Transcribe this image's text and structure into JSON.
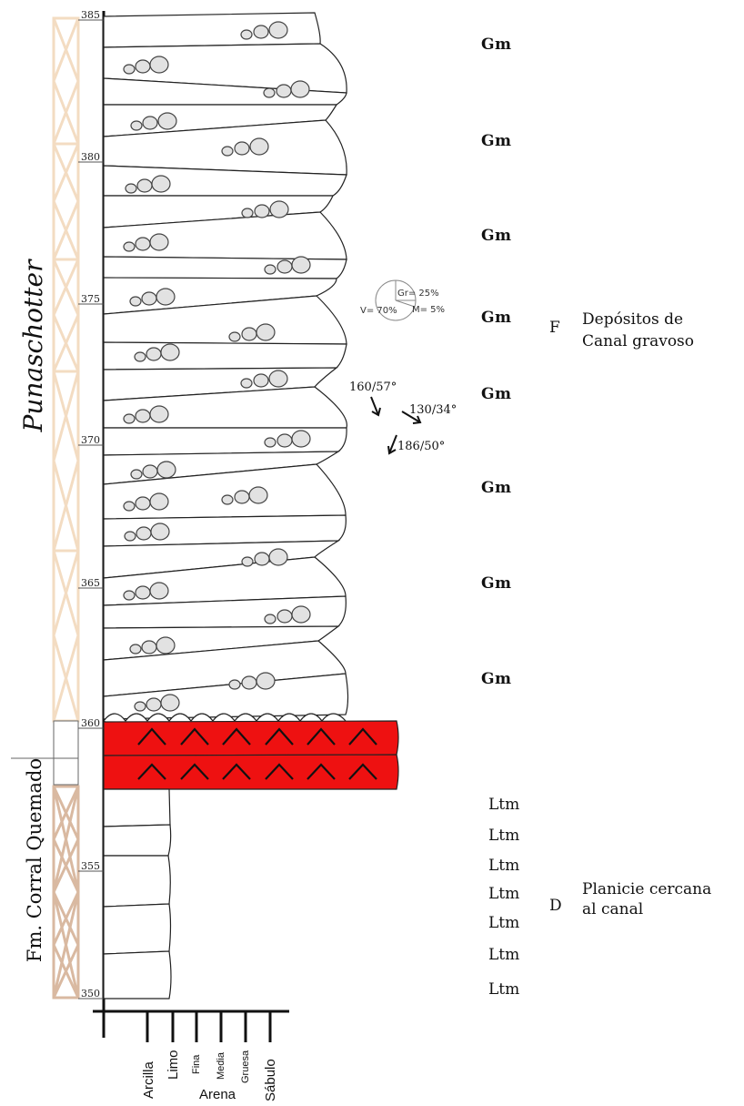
{
  "units": {
    "upper": "Punaschotter",
    "lower": "Fm. Corral Quemado"
  },
  "scale": {
    "labels": [
      "385",
      "380",
      "375",
      "370",
      "365",
      "360",
      "355",
      "350"
    ]
  },
  "grain_size": {
    "ticks": [
      "Arcilla",
      "Limo",
      "Fina",
      "Media",
      "Gruesa",
      "Sábulo"
    ],
    "arena_label": "Arena"
  },
  "facies": {
    "upper": [
      "Gm",
      "Gm",
      "Gm",
      "Gm",
      "Gm",
      "Gm",
      "Gm",
      "Gm"
    ],
    "lower": [
      "Ltm",
      "Ltm",
      "Ltm",
      "Ltm",
      "Ltm",
      "Ltm",
      "Ltm"
    ]
  },
  "associations": {
    "upper": {
      "code": "F",
      "line1": "Depósitos de",
      "line2": "Canal gravoso"
    },
    "lower": {
      "code": "D",
      "line1": "Planicie cercana",
      "line2": "al canal"
    }
  },
  "paleocurrents": [
    "160/57°",
    "130/34°",
    "186/50°"
  ],
  "clast_composition": {
    "labels": [
      "Gr= 25%",
      "V= 70%",
      "M= 5%"
    ],
    "values": {
      "Gr": 25,
      "V": 70,
      "M": 5
    }
  },
  "colors": {
    "volcanic_layer": "#ee1111",
    "punaschotter_bar": "#f3dcc2",
    "corral_bar": "#d9b9a1",
    "pebble": "#e2e2e2"
  }
}
